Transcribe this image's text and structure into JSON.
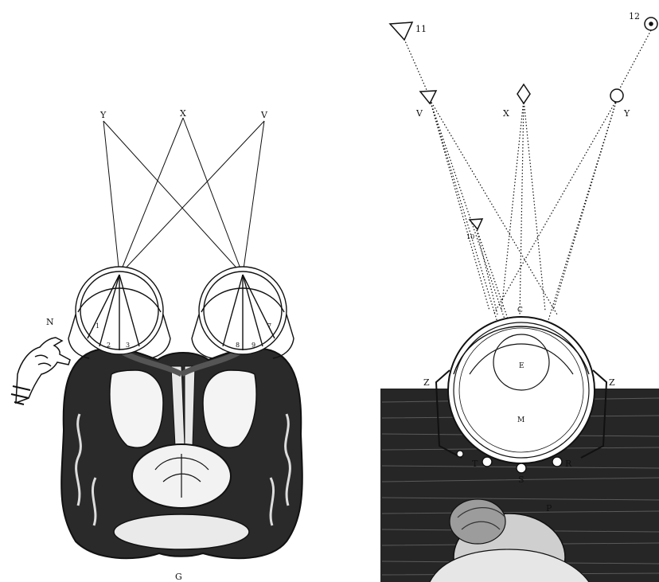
{
  "left_figure": {
    "labels": {
      "y": "Y",
      "x": "X",
      "v": "V",
      "n": "N",
      "g": "G"
    },
    "retina_marks_left": [
      "1",
      "2",
      "3"
    ],
    "retina_marks_right": [
      "8",
      "9",
      "7"
    ]
  },
  "right_figure": {
    "labels": {
      "eleven": "11",
      "twelve": "12",
      "v": "V",
      "x": "X",
      "y": "Y",
      "ten": "10",
      "z_left": "Z",
      "z_right": "Z",
      "t": "T",
      "s": "S",
      "r": "R",
      "p": "P",
      "c": "C",
      "e": "E",
      "m": "M"
    }
  },
  "colors": {
    "ink": "#111111",
    "paper": "#ffffff"
  }
}
